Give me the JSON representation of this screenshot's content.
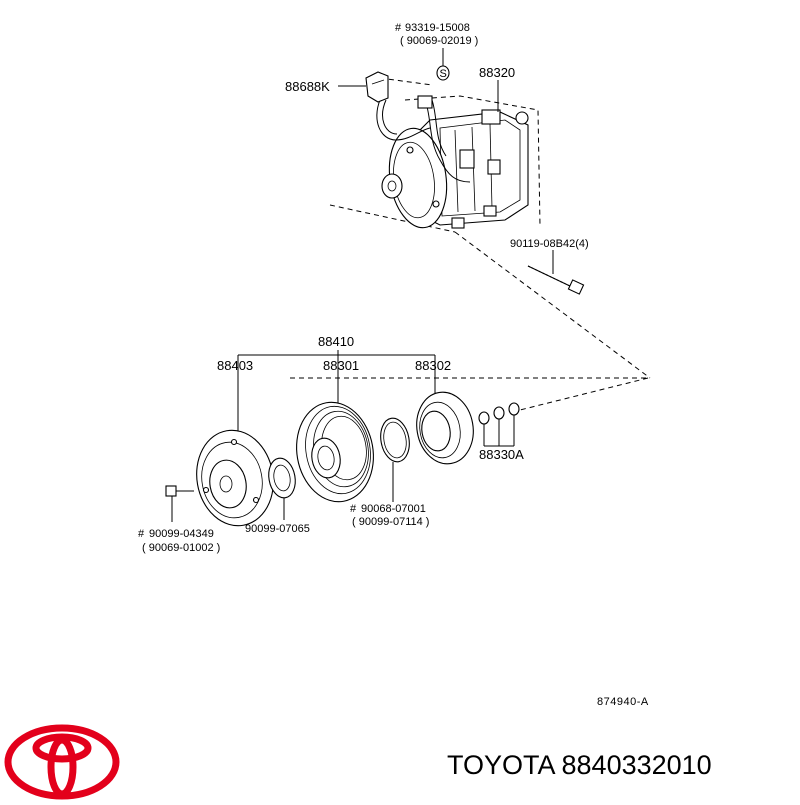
{
  "labels": {
    "p93319": "93319-15008",
    "p90069_02019": "( 90069-02019 )",
    "p88688k": "88688K",
    "p88320": "88320",
    "p90119": "90119-08B42(4)",
    "p88410": "88410",
    "p88403": "88403",
    "p88301": "88301",
    "p88302": "88302",
    "p88330a": "88330A",
    "p90099_04349": "90099-04349",
    "p90069_01002": "( 90069-01002 )",
    "p90099_07065": "90099-07065",
    "p90068_07001": "90068-07001",
    "p90099_07114": "( 90099-07114 )",
    "hash": "#",
    "s_mark": "S"
  },
  "reference": "874940-A",
  "brand": {
    "text": "TOYOTA 8840332010",
    "logo_color": "#e3001b"
  }
}
